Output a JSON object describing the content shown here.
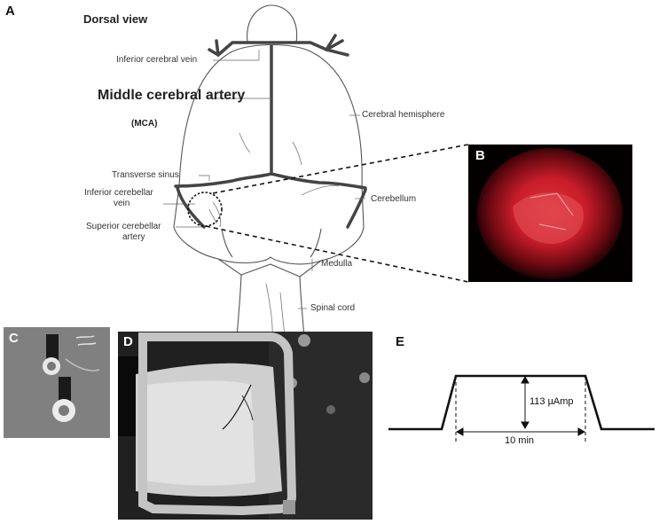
{
  "panels": {
    "a": {
      "letter": "A",
      "title": "Dorsal view",
      "mca_title": "Middle cerebral artery",
      "mca_abbr": "(MCA)",
      "labels": {
        "inferior_cerebral_vein": "Inferior cerebral vein",
        "cerebral_hemisphere": "Cerebral hemisphere",
        "transverse_sinus": "Transverse sinus",
        "inferior_cerebellar_vein_1": "Inferior cerebellar",
        "inferior_cerebellar_vein_2": "vein",
        "cerebellum": "Cerebellum",
        "superior_cerebellar_artery_1": "Superior cerebellar",
        "superior_cerebellar_artery_2": "artery",
        "medulla": "Medulla",
        "spinal_cord": "Spinal cord"
      }
    },
    "b": {
      "letter": "B"
    },
    "c": {
      "letter": "C"
    },
    "d": {
      "letter": "D"
    },
    "e": {
      "letter": "E",
      "amplitude_label": "113 µAmp",
      "duration_label": "10 min"
    }
  }
}
